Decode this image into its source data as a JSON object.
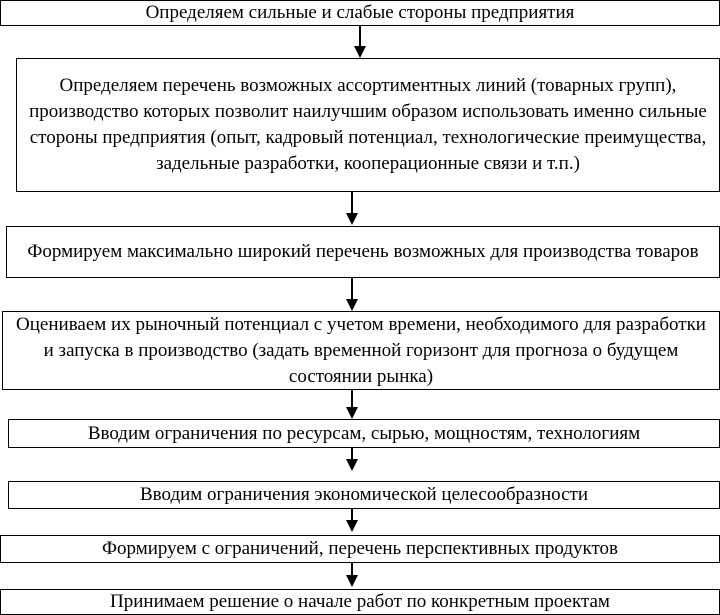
{
  "flowchart": {
    "steps": [
      "Определяем сильные и слабые стороны предприятия",
      "Определяем перечень возможных ассортиментных линий (товарных групп), производство которых позволит наилучшим образом использовать именно сильные стороны предприятия (опыт, кадровый потенциал, технологические преимущества, задельные разработки, кооперационные связи и т.п.)",
      "Формируем максимально широкий перечень возможных для производства товаров",
      "Оцениваем их рыночный потенциал с учетом времени, необходимого для разработки и запуска в производство (задать временной горизонт для прогноза о будущем состоянии рынка)",
      "Вводим ограничения по ресурсам, сырью, мощностям, технологиям",
      "Вводим ограничения экономической целесообразности",
      "Формируем с ограничений, перечень перспективных продуктов",
      "Принимаем решение о начале работ по конкретным проектам"
    ]
  }
}
